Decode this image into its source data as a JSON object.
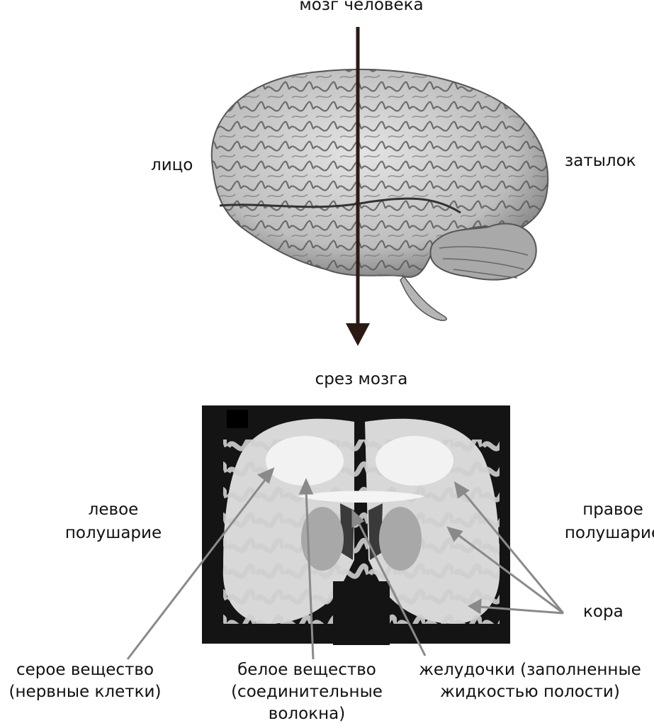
{
  "title": "мозг человека",
  "brain_labels": {
    "front": "лицо",
    "back": "затылок"
  },
  "slice_title": "срез мозга",
  "hemispheres": {
    "left": [
      "левое",
      "полушарие"
    ],
    "right": [
      "правое",
      "полушарие"
    ]
  },
  "annotations": {
    "cortex": "кора",
    "gray_matter": [
      "серое вещество",
      "(нервные клетки)"
    ],
    "white_matter": [
      "белое вещество",
      "(соединительные",
      "волокна)"
    ],
    "ventricles": [
      "желудочки (заполненные",
      "жидкостью полости)"
    ]
  },
  "colors": {
    "arrow_main": "#2a1a12",
    "pointer": "#8a8a8a",
    "slice_bg": "#141414"
  }
}
